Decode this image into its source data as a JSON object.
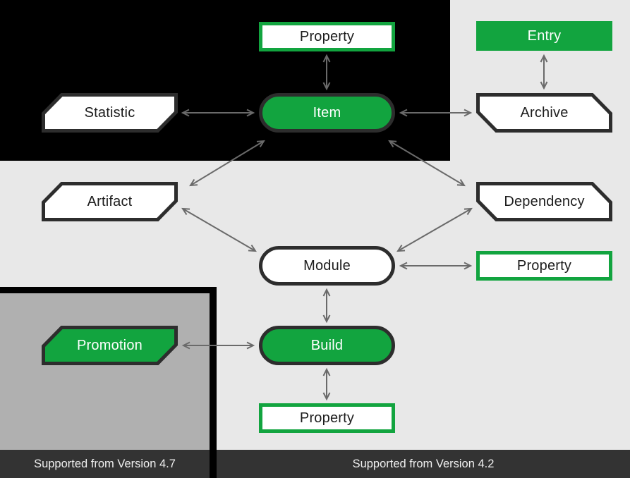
{
  "colors": {
    "green": "#12a43f",
    "darkBorder": "#2d2d2d",
    "arrow": "#6a6a6a",
    "bgLight": "#e8e8e8",
    "bgBlack": "#000000",
    "boxGray": "#b0b0b0",
    "barDark": "#333333",
    "barText": "#efefef",
    "nodeText": "#1c1c1c",
    "nodeTextLight": "#ffffff"
  },
  "nodes": [
    {
      "id": "property-top",
      "label": "Property",
      "shape": "rect-green-border"
    },
    {
      "id": "entry",
      "label": "Entry",
      "shape": "rect-green-solid"
    },
    {
      "id": "statistic",
      "label": "Statistic",
      "shape": "hexagon-left"
    },
    {
      "id": "item",
      "label": "Item",
      "shape": "pill-green"
    },
    {
      "id": "archive",
      "label": "Archive",
      "shape": "hexagon-right"
    },
    {
      "id": "artifact",
      "label": "Artifact",
      "shape": "hexagon-left"
    },
    {
      "id": "dependency",
      "label": "Dependency",
      "shape": "hexagon-right"
    },
    {
      "id": "module",
      "label": "Module",
      "shape": "pill-white"
    },
    {
      "id": "property-right",
      "label": "Property",
      "shape": "rect-green-border"
    },
    {
      "id": "promotion",
      "label": "Promotion",
      "shape": "hexagon-left-green"
    },
    {
      "id": "build",
      "label": "Build",
      "shape": "pill-green"
    },
    {
      "id": "property-bottom",
      "label": "Property",
      "shape": "rect-green-border"
    }
  ],
  "edges": [
    {
      "from": "property-top",
      "to": "item",
      "bidirectional": true
    },
    {
      "from": "statistic",
      "to": "item",
      "bidirectional": true
    },
    {
      "from": "item",
      "to": "archive",
      "bidirectional": true
    },
    {
      "from": "entry",
      "to": "archive",
      "bidirectional": true
    },
    {
      "from": "item",
      "to": "artifact",
      "bidirectional": true
    },
    {
      "from": "item",
      "to": "dependency",
      "bidirectional": true
    },
    {
      "from": "artifact",
      "to": "module",
      "bidirectional": true
    },
    {
      "from": "dependency",
      "to": "module",
      "bidirectional": true
    },
    {
      "from": "module",
      "to": "property-right",
      "bidirectional": true
    },
    {
      "from": "module",
      "to": "build",
      "bidirectional": true
    },
    {
      "from": "promotion",
      "to": "build",
      "bidirectional": true
    },
    {
      "from": "build",
      "to": "property-bottom",
      "bidirectional": true
    }
  ],
  "footers": {
    "left": "Supported from Version 4.7",
    "right": "Supported from Version 4.2"
  }
}
